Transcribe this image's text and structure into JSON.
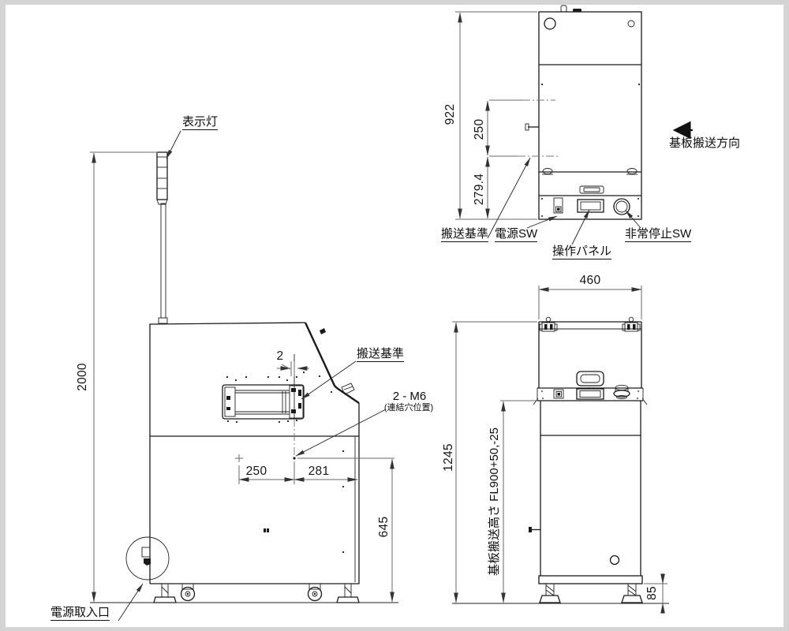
{
  "page": {
    "paper_color": "#ffffff",
    "margin_color": "#d4d4d4",
    "line_color": "#1a1a1a"
  },
  "side_view": {
    "labels": {
      "indicator_light": "表示灯",
      "transport_reference": "搬送基準",
      "connector_holes": "2 - M6",
      "connector_holes_note": "(連結穴位置)",
      "power_inlet": "電源取入口"
    },
    "dimensions": {
      "overall_height": "2000",
      "rail_gap": "2",
      "hole_offset_left": "250",
      "hole_offset_right": "281",
      "hole_height": "645"
    }
  },
  "plan_view": {
    "labels": {
      "transport_reference": "搬送基準",
      "power_switch": "電源SW",
      "operation_panel": "操作パネル",
      "emergency_stop": "非常停止SW",
      "transport_direction": "基板搬送方向"
    },
    "dimensions": {
      "overall_depth": "922",
      "reference_pitch": "250",
      "front_offset": "279.4"
    }
  },
  "front_view": {
    "labels": {
      "conveyor_height": "基板搬送高さ FL900+50,-25"
    },
    "dimensions": {
      "overall_width": "460",
      "overall_height": "1245",
      "foot_height": "85"
    }
  }
}
